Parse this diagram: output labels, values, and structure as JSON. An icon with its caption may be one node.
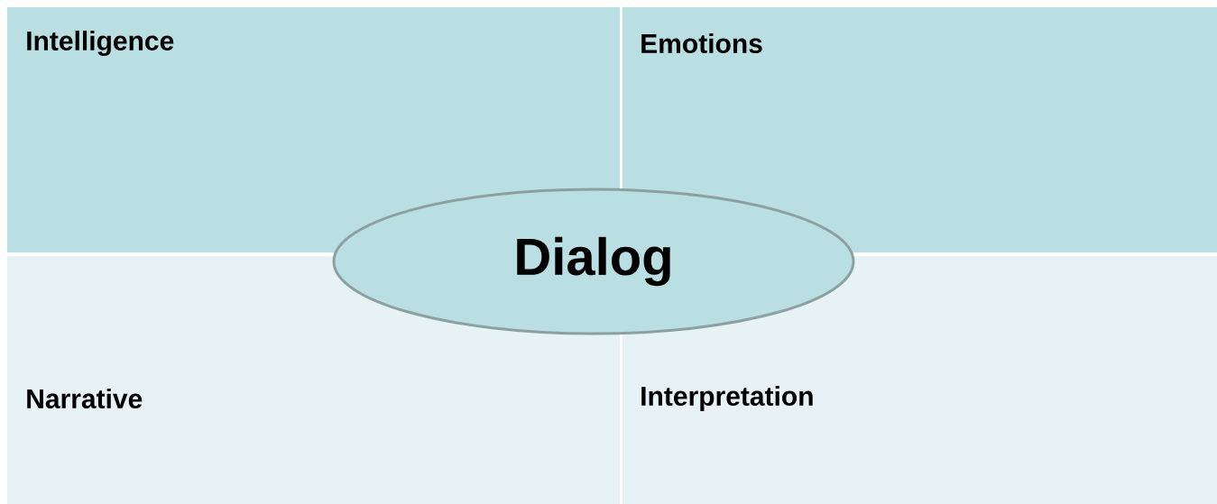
{
  "diagram": {
    "nodes": [
      {
        "text": [
          "Intelligence"
        ]
      },
      {
        "text": [
          "Emotions"
        ]
      },
      {
        "text": [
          "Narrative"
        ]
      },
      {
        "text": [
          "Interpretation"
        ]
      },
      {
        "text": [
          "Dialog"
        ]
      }
    ]
  }
}
